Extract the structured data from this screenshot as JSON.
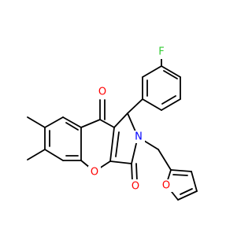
{
  "molecule": {
    "colors": {
      "background": "#ffffff",
      "bond": "#000000",
      "oxygen": "#ff0000",
      "nitrogen": "#0000ff",
      "fluorine": "#33cc33"
    },
    "atoms": {
      "fluorine": "F",
      "ketone_oxygen": "O",
      "ring_oxygen": "O",
      "lactam_oxygen": "O",
      "nitrogen": "N",
      "furan_oxygen": "O"
    }
  }
}
